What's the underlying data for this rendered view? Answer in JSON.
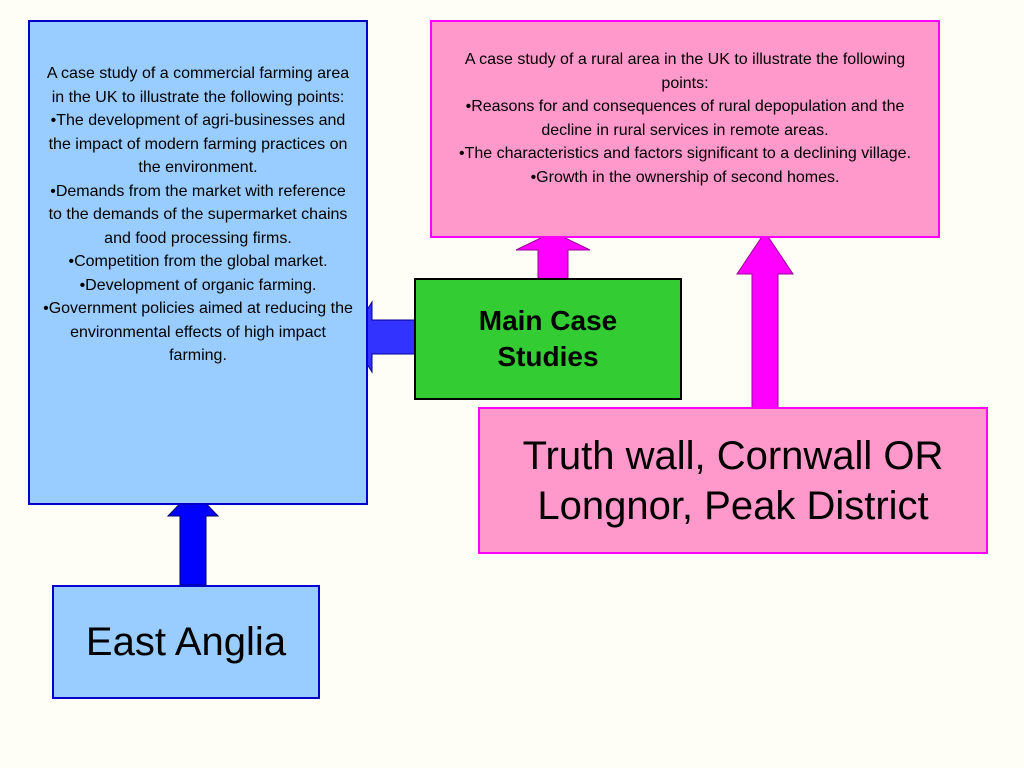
{
  "main": {
    "title": "Main Case Studies"
  },
  "commercial": {
    "lines": [
      "A case study of a commercial farming area in the UK to illustrate the following points:",
      "•The development of agri-businesses and the impact of modern farming practices on the environment.",
      "•Demands from the market with reference to the demands of the supermarket chains and food processing firms.",
      "•Competition from the global market.",
      "•Development of organic farming.",
      "•Government policies aimed at reducing the environmental effects of high impact farming."
    ],
    "example": "East Anglia"
  },
  "rural": {
    "lines": [
      "A case study of a rural area in the UK to illustrate the following points:",
      "•Reasons for and consequences of rural depopulation and the decline in rural services in remote areas.",
      "•The characteristics and factors significant to a declining village.",
      "•Growth in the ownership of second homes."
    ],
    "example": "Truth wall, Cornwall OR Longnor, Peak District"
  },
  "colors": {
    "blue_fill": "#99ccff",
    "blue_border": "#0000cc",
    "pink_fill": "#ff99cc",
    "pink_border": "#ff00ff",
    "green_fill": "#33cc33",
    "arrow_blue": "#0000ff",
    "arrow_blue_light": "#3333ff",
    "arrow_magenta": "#ff00ff"
  }
}
